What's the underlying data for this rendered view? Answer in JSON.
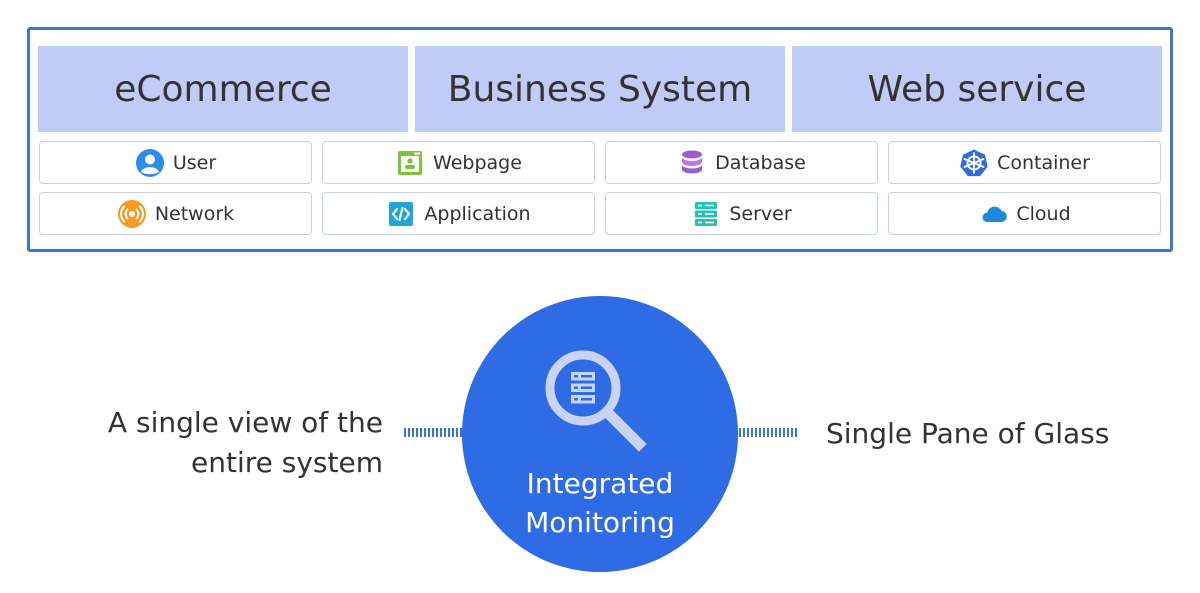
{
  "categories": [
    {
      "label": "eCommerce"
    },
    {
      "label": "Business System"
    },
    {
      "label": "Web service"
    }
  ],
  "items": [
    {
      "label": "User",
      "icon": "user-icon"
    },
    {
      "label": "Webpage",
      "icon": "webpage-icon"
    },
    {
      "label": "Database",
      "icon": "database-icon"
    },
    {
      "label": "Container",
      "icon": "kubernetes-icon"
    },
    {
      "label": "Network",
      "icon": "network-icon"
    },
    {
      "label": "Application",
      "icon": "code-icon"
    },
    {
      "label": "Server",
      "icon": "server-icon"
    },
    {
      "label": "Cloud",
      "icon": "cloud-icon"
    }
  ],
  "center": {
    "icon": "magnifier-server-icon",
    "label_line1": "Integrated",
    "label_line2": "Monitoring"
  },
  "left_text": {
    "line1": "A single view of the",
    "line2": "entire system"
  },
  "right_text": "Single Pane of Glass",
  "colors": {
    "frame_border": "#3d74dc",
    "header_bg": "#c0cbf6",
    "circle": "#2e6be5",
    "text": "#333333"
  }
}
